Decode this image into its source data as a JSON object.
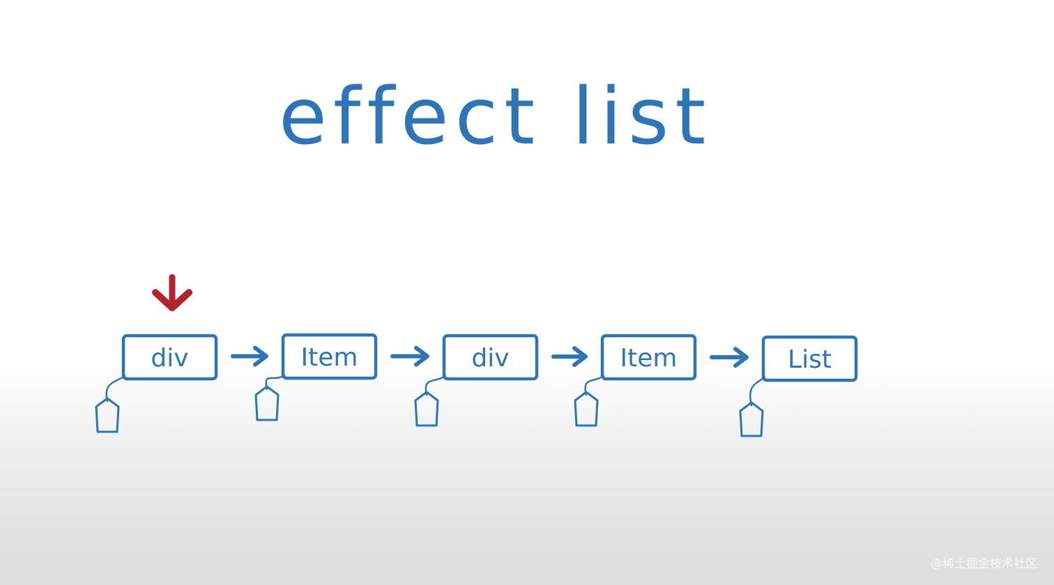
{
  "title": "effect list",
  "nodes": [
    {
      "label": "div"
    },
    {
      "label": "Item"
    },
    {
      "label": "div"
    },
    {
      "label": "Item"
    },
    {
      "label": "List"
    }
  ],
  "pointer": {
    "node_index": 0,
    "icon": "down-arrow-icon"
  },
  "colors": {
    "stroke": "#2f74b5",
    "pointer": "#b3232f",
    "background": "#ffffff"
  },
  "watermark": "@稀土掘金技术社区"
}
